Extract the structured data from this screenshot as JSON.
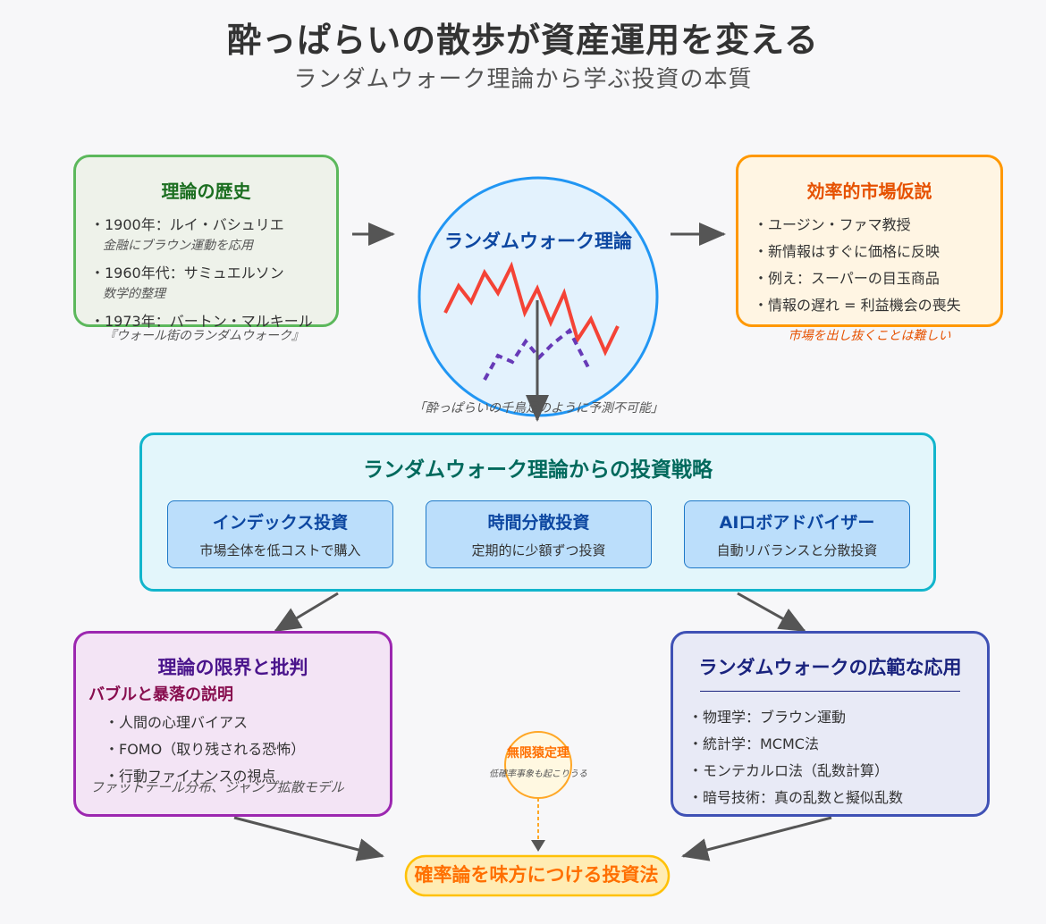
{
  "header": {
    "title": "酔っぱらいの散歩が資産運用を変える",
    "subtitle": "ランダムウォーク理論から学ぶ投資の本質"
  },
  "history": {
    "title": "理論の歴史",
    "items": [
      {
        "label": "・1900年：ルイ・バシュリエ",
        "note": "金融にブラウン運動を応用"
      },
      {
        "label": "・1960年代：サミュエルソン",
        "note": "数学的整理"
      },
      {
        "label": "・1973年：バートン・マルキール",
        "note": "『ウォール街のランダムウォーク』"
      }
    ]
  },
  "center": {
    "title": "ランダムウォーク理論",
    "caption": "「酔っぱらいの千鳥足のように予測不可能」"
  },
  "emh": {
    "title": "効率的市場仮説",
    "items": [
      "・ユージン・ファマ教授",
      "・新情報はすぐに価格に反映",
      "・例え：スーパーの目玉商品",
      "・情報の遅れ = 利益機会の喪失"
    ],
    "note": "市場を出し抜くことは難しい"
  },
  "strategy": {
    "title": "ランダムウォーク理論からの投資戦略",
    "cards": [
      {
        "title": "インデックス投資",
        "desc": "市場全体を低コストで購入"
      },
      {
        "title": "時間分散投資",
        "desc": "定期的に少額ずつ投資"
      },
      {
        "title": "AIロボアドバイザー",
        "desc": "自動リバランスと分散投資"
      }
    ]
  },
  "limits": {
    "title": "理論の限界と批判",
    "subtitle": "バブルと暴落の説明",
    "items": [
      "・人間の心理バイアス",
      "・FOMO（取り残される恐怖）",
      "・行動ファイナンスの視点"
    ],
    "note": "ファットテール分布、ジャンプ拡散モデル"
  },
  "apps": {
    "title": "ランダムウォークの広範な応用",
    "items": [
      "・物理学：ブラウン運動",
      "・統計学：MCMC法",
      "・モンテカルロ法（乱数計算）",
      "・暗号技術：真の乱数と擬似乱数"
    ]
  },
  "monkey": {
    "title": "無限猿定理",
    "note": "低確率事象も起こりうる"
  },
  "conclusion": {
    "label": "確率論を味方につける投資法"
  },
  "colors": {
    "history": "#5cb85c",
    "emh": "#ff9800",
    "center": "#2196f3",
    "strategy": "#12b5cc",
    "limits": "#9c27b0",
    "apps": "#3f51b5",
    "conclusion": "#ff6f00",
    "walk_red": "#f44336",
    "walk_purple": "#673ab7",
    "arrow": "#555555"
  }
}
